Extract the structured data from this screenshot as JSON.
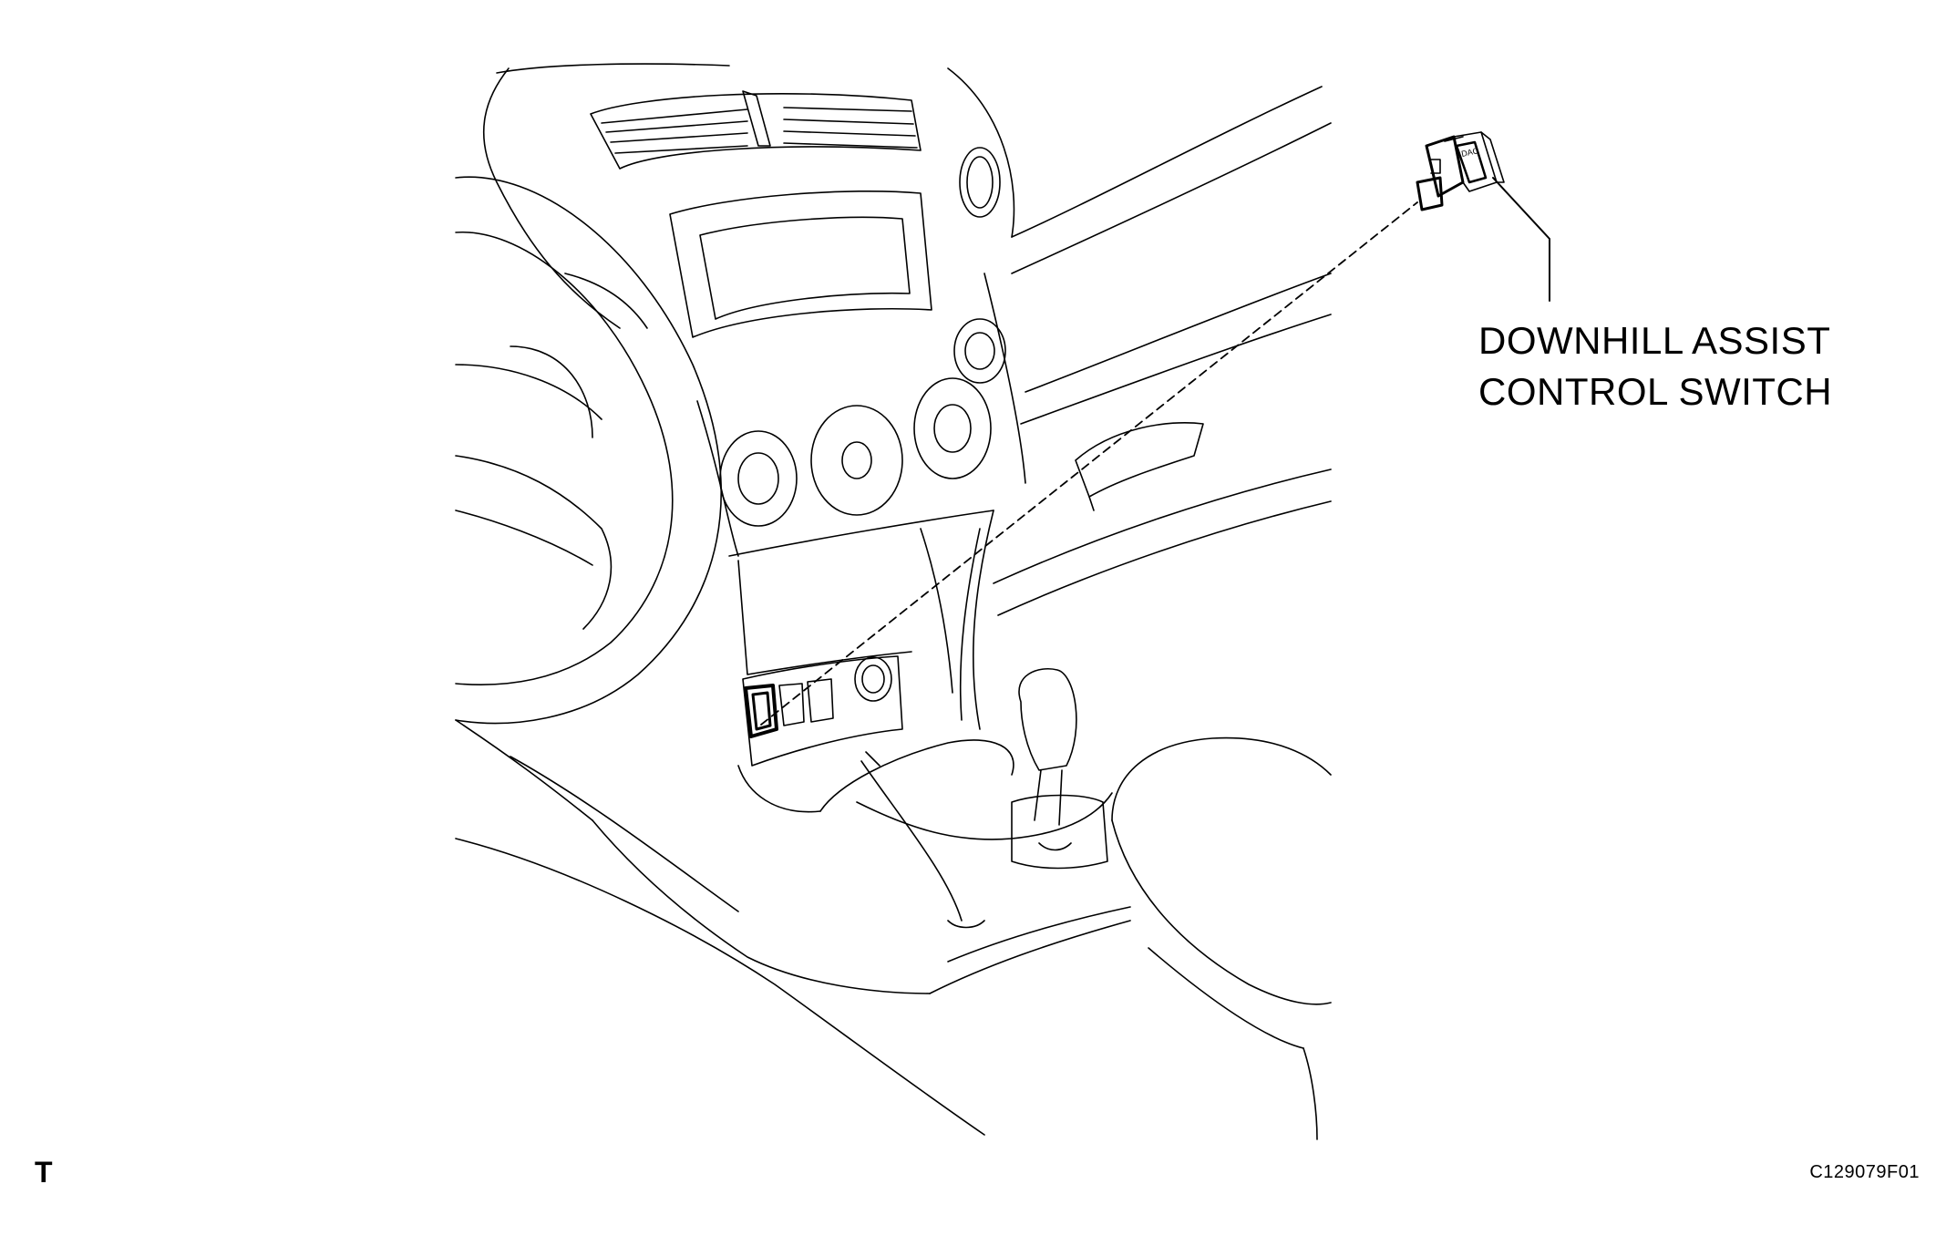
{
  "callout": {
    "line1": "DOWNHILL ASSIST",
    "line2": "CONTROL SWITCH"
  },
  "switch_face_text": "DAC",
  "corner_mark": "T",
  "figure_code": "C129079F01"
}
